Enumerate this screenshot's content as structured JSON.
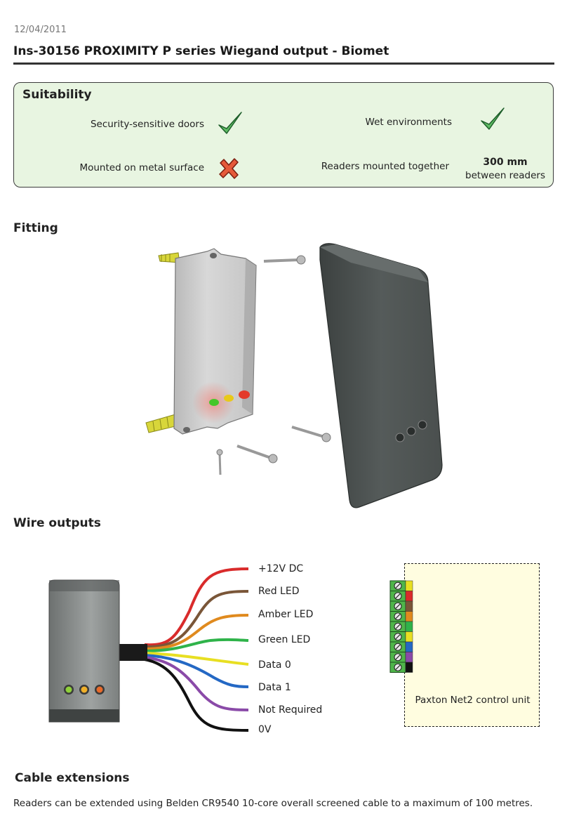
{
  "header": {
    "date": "12/04/2011",
    "title": "Ins-30156  PROXIMITY P series Wiegand output - Biomet"
  },
  "suitability": {
    "heading": "Suitability",
    "items": [
      {
        "label": "Security-sensitive doors",
        "status": "check-icon"
      },
      {
        "label": "Mounted on metal surface",
        "status": "cross-icon"
      },
      {
        "label": "Wet environments",
        "status": "check-icon"
      },
      {
        "label": "Readers mounted together",
        "value": "300 mm",
        "sub": "between readers"
      }
    ]
  },
  "fitting": {
    "heading": "Fitting",
    "led_colors": [
      "#44c72a",
      "#e8c91a",
      "#e33a2a"
    ]
  },
  "wire_outputs": {
    "heading": "Wire outputs",
    "wires": [
      {
        "label": "+12V DC",
        "color": "#d92b2b"
      },
      {
        "label": "Red LED",
        "color": "#7a5638"
      },
      {
        "label": "Amber LED",
        "color": "#e08a1e"
      },
      {
        "label": "Green LED",
        "color": "#2fb34a"
      },
      {
        "label": "Data 0",
        "color": "#e8df22"
      },
      {
        "label": "Data 1",
        "color": "#2468c4"
      },
      {
        "label": "Not Required",
        "color": "#8a4aa8"
      },
      {
        "label": "0V",
        "color": "#111111"
      }
    ],
    "control_unit": "Paxton Net2 control unit",
    "terminal_colors": [
      "#e8df22",
      "#d92b2b",
      "#7a5638",
      "#e08a1e",
      "#2fb34a",
      "#e8df22",
      "#2468c4",
      "#8a4aa8",
      "#111111"
    ]
  },
  "cable_extensions": {
    "heading": "Cable extensions",
    "text": "Readers can be extended using Belden CR9540 10-core overall screened cable to a maximum of 100 metres."
  }
}
